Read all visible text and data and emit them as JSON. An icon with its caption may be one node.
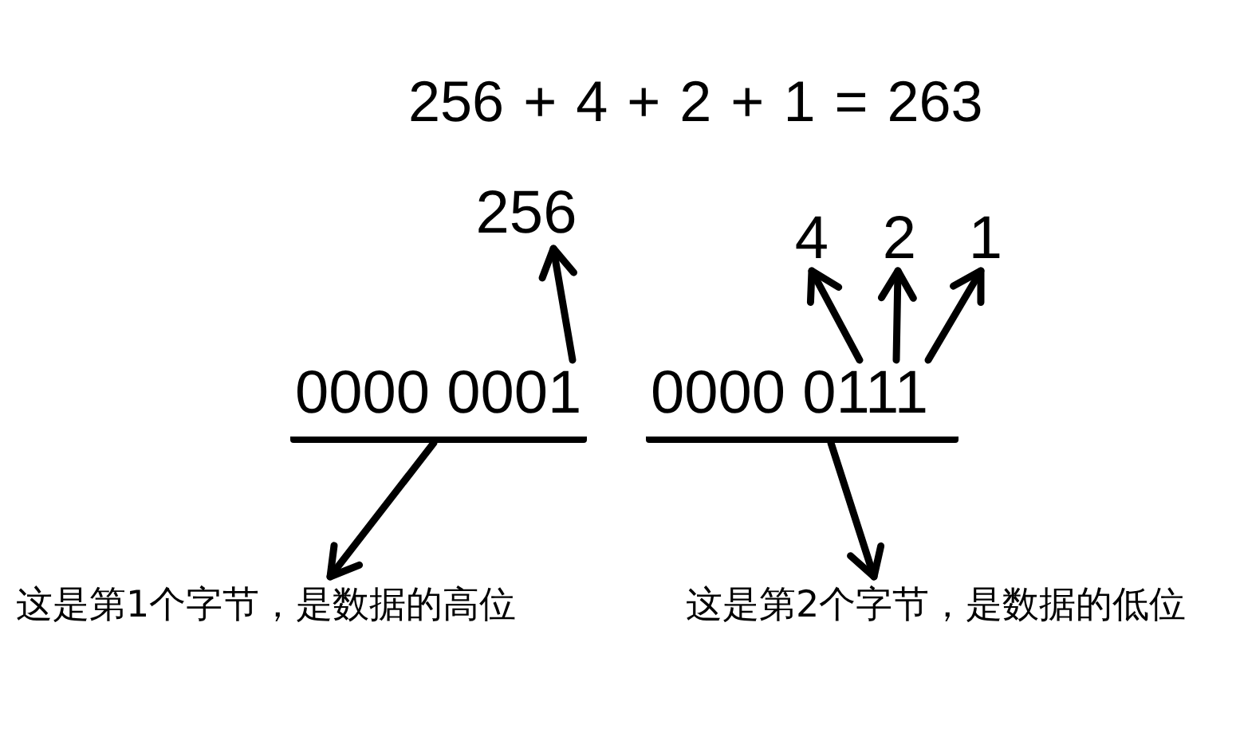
{
  "diagram": {
    "nodes": [
      {
        "text": [
          "256"
        ]
      },
      {
        "text": [
          "4"
        ]
      },
      {
        "text": [
          "2"
        ]
      },
      {
        "text": [
          "1"
        ]
      },
      {
        "text": [
          "0000 0001"
        ]
      },
      {
        "text": [
          "0000 0111"
        ]
      },
      {
        "text": [
          "这是第1个字节，是数据的高位"
        ]
      },
      {
        "text": [
          "这是第2个字节，是数据的低位"
        ]
      }
    ],
    "edges": [
      {
        "from": 4,
        "to": 0,
        "arrow": "to"
      },
      {
        "from": 5,
        "to": 1,
        "arrow": "to"
      },
      {
        "from": 5,
        "to": 2,
        "arrow": "to"
      },
      {
        "from": 5,
        "to": 3,
        "arrow": "to"
      },
      {
        "from": 4,
        "to": 6,
        "arrow": "to"
      },
      {
        "from": 5,
        "to": 7,
        "arrow": "to"
      }
    ],
    "labels": [
      "256 + 4 + 2 + 1 = 263"
    ]
  }
}
